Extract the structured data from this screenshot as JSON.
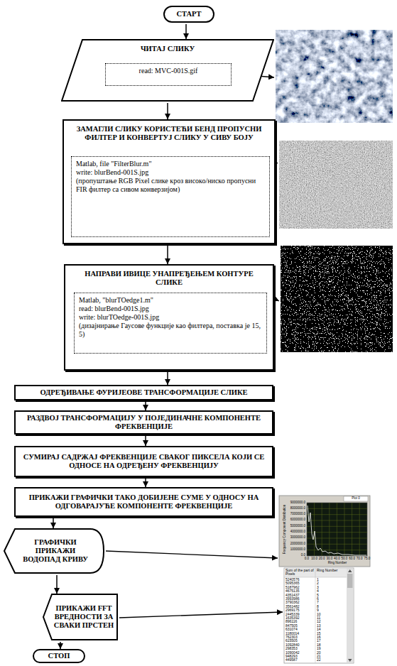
{
  "diagram": {
    "nodes": [
      {
        "text": [
          "СТАРТ"
        ]
      },
      {
        "text": [
          "ЧИТАЈ СЛИКУ"
        ]
      },
      {
        "text": [
          "read: MVC-001S.gif"
        ],
        "in": 1
      },
      {
        "text": [
          "ЗАМАГЛИ СЛИКУ КОРИСТЕЋИ БЕНД ПРОПУСНИ ФИЛТЕР И КОНВЕРТУЈ СЛИКУ У СИВУ БОЈУ"
        ]
      },
      {
        "text": [
          "Matlab, file \"FilterBlur.m\"",
          "write: blurBend-001S.jpg",
          "(пропуштање RGB Pixel слике кроз високо/ниско пропусни FIR филтер са сивом конверзијом)"
        ],
        "in": 3
      },
      {
        "text": [
          "НАПРАВИ ИВИЦЕ УНАПРЕЂЕЊЕМ КОНТУРЕ СЛИКЕ"
        ]
      },
      {
        "text": [
          "Matlab, \"blurTOedge1.m\"",
          "read: blurBend-001S.jpg",
          "write: blurTOedge-001S.jpg",
          "(дизајнирање Гаусове функције као филтера, поставка је 15, 5)"
        ],
        "in": 5
      },
      {
        "text": [
          "ОДРЕЂИВАЊЕ ФУРИЈЕОВЕ ТРАНСФОРМАЦИЈЕ СЛИКЕ"
        ]
      },
      {
        "text": [
          "РАЗДВОЈ ТРАНСФОРМАЦИЈУ У ПОЈЕДИНАЧНЕ КОМПОНЕНТЕ ФРЕКВЕНЦИЈЕ"
        ]
      },
      {
        "text": [
          "СУМИРАЈ САДРЖАЈ ФРЕКВЕНЦИЈЕ СВАКОГ ПИКСЕЛА КОЈИ СЕ ОДНОСЕ НА ОДРЕЂЕНУ ФРЕКВЕНЦИЈУ"
        ]
      },
      {
        "text": [
          "ПРИКАЖИ ГРАФИЧКИ ТАКО ДОБИЈЕНЕ СУМЕ У ОДНОСУ НА ОДГОВАРАЈУЋЕ КОМПОНЕНТЕ ФРЕКВЕНЦИЈЕ"
        ]
      },
      {
        "text": [
          "ГРАФИЧКИ ПРИКАЖИ ВОДОПАД КРИВУ"
        ]
      },
      {
        "text": [
          "ПРИКАЖИ FFT ВРЕДНОСТИ ЗА СВАКИ ПРСТЕН"
        ]
      },
      {
        "text": [
          "СТОП"
        ]
      }
    ],
    "edges": [
      {
        "from": 0,
        "to": 1,
        "arrow": "to"
      },
      {
        "from": 1,
        "to": 3,
        "arrow": "to"
      },
      {
        "from": 3,
        "to": 5,
        "arrow": "to"
      },
      {
        "from": 5,
        "to": 7,
        "arrow": "to"
      },
      {
        "from": 7,
        "to": 8,
        "arrow": "to"
      },
      {
        "from": 8,
        "to": 9,
        "arrow": "to"
      },
      {
        "from": 9,
        "to": 10,
        "arrow": "to"
      },
      {
        "from": 10,
        "to": 11,
        "arrow": "to"
      },
      {
        "from": 11,
        "to": 12,
        "arrow": "to"
      },
      {
        "from": 12,
        "to": 13,
        "arrow": "to"
      }
    ],
    "labels": [
      "Plot 0",
      "9000000.0",
      "8000000.0",
      "7000000.0",
      "6000000.0",
      "5000000.0",
      "4000000.0",
      "3000000.0",
      "2000000.0",
      "1000000.0",
      "0.0",
      "0.0",
      "10.0",
      "20.0",
      "30.0",
      "40.0",
      "50.0",
      "60.0",
      "70.0",
      "75.0",
      "Ring Number",
      "Frequency Component Distribution",
      "Sum of the part of Pixels",
      "Ring Number",
      "5240576",
      "1",
      "5095365",
      "2",
      "5187962",
      "3",
      "4675135",
      "4",
      "4351437",
      "5",
      "3993986",
      "6",
      "3790362",
      "7",
      "3561482",
      "8",
      "2969175",
      "9",
      "2445339",
      "10",
      "1635392",
      "11",
      "896116",
      "12",
      "847505",
      "13",
      "631074",
      "14",
      "1180014",
      "15",
      "762303",
      "16",
      "615505",
      "17",
      "1092840",
      "18",
      "298353",
      "19",
      "1090042",
      "20",
      "948293",
      "21",
      "449587",
      "22"
    ]
  }
}
